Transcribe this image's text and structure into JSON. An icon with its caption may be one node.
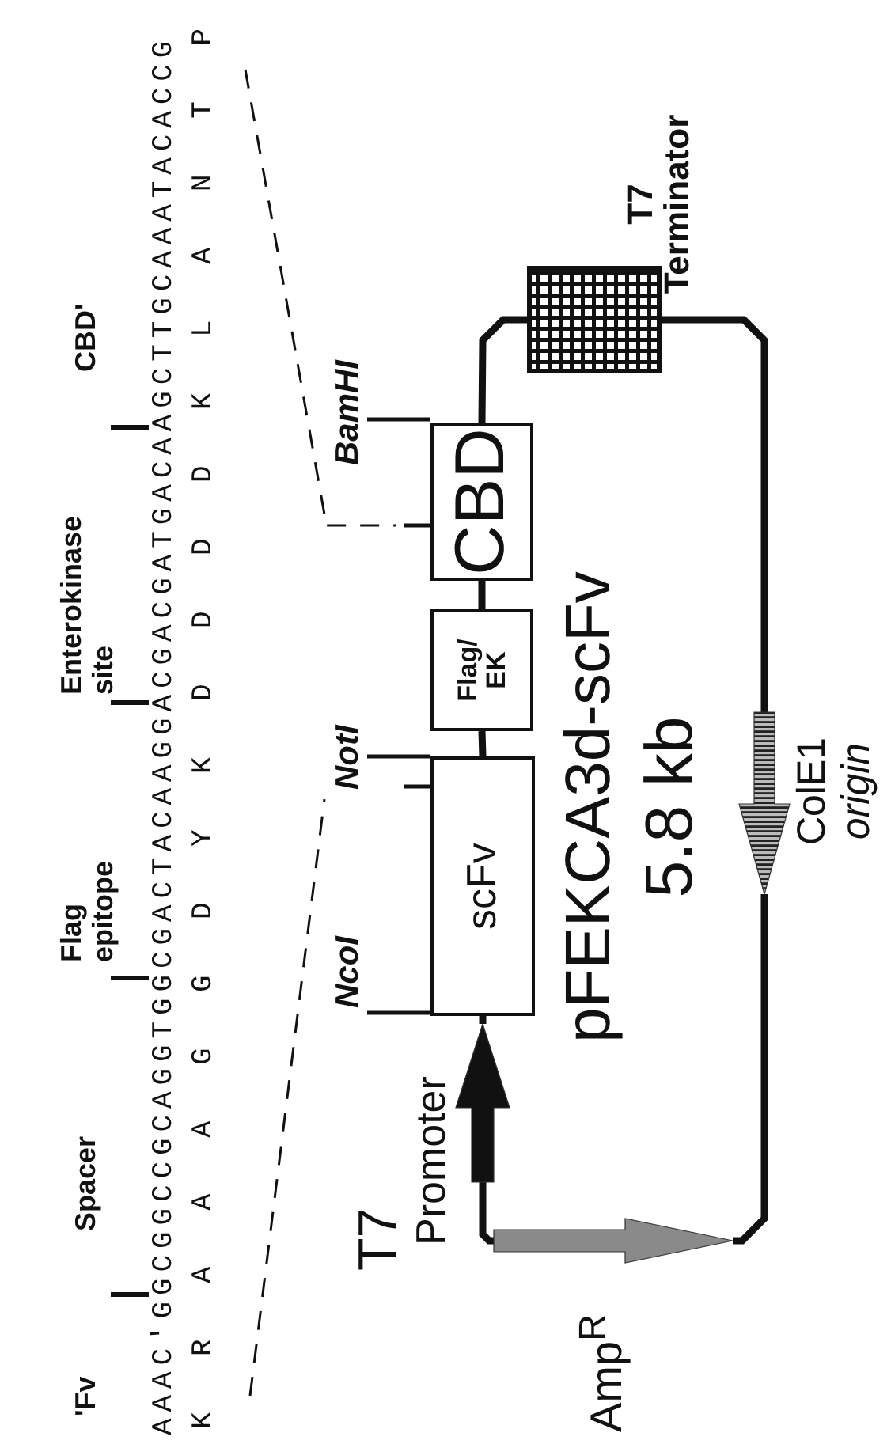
{
  "diagram": {
    "nodes": [
      {
        "text": [
          "scFv"
        ]
      },
      {
        "text": [
          "Flag/ EK"
        ]
      },
      {
        "text": [
          "CBD"
        ]
      },
      {
        "text": [],
        "shape": "box",
        "beside": [
          "T7 Terminator"
        ]
      },
      {
        "text": [],
        "shape": "arrow",
        "beside": [
          "ColE1",
          "origin"
        ]
      },
      {
        "text": [],
        "shape": "arrow",
        "beside": [
          "Amp$^{R}$"
        ]
      },
      {
        "text": [],
        "shape": "arrow",
        "beside": [
          "T7",
          "Promoter"
        ]
      }
    ],
    "edges": [
      {
        "from": 0,
        "to": 1,
        "arrow": "none"
      },
      {
        "from": 1,
        "to": 2,
        "arrow": "none"
      },
      {
        "from": 2,
        "to": 3,
        "arrow": "none"
      },
      {
        "from": 3,
        "to": 4,
        "arrow": "none"
      },
      {
        "from": 4,
        "to": 5,
        "arrow": "none"
      },
      {
        "from": 5,
        "to": 6,
        "arrow": "none"
      },
      {
        "from": 6,
        "to": 0,
        "arrow": "none"
      }
    ],
    "labels": [
      "'Fv",
      "Spacer",
      "Flag epitope",
      "Enterokinase site",
      "CBD'",
      "AAAC'GGCGGCCGCAGGTGGCGACTACAAGGACGACGATGACAAGCTTGCAAATACACCG",
      "K R A A A G G D Y K D D D D K L A N T P",
      "NcoI",
      "NotI",
      "BamHI",
      "pFEKCA3d-scFv",
      "5.8 kb"
    ]
  }
}
